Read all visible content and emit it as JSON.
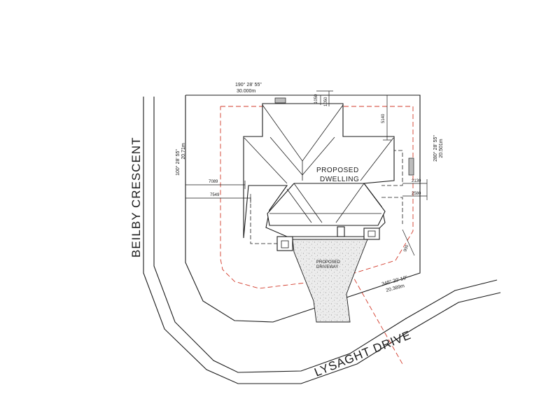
{
  "streets": {
    "left": "BEILBY CRESCENT",
    "bottom": "LYSAGHT DRIVE"
  },
  "labels": {
    "dwelling_line1": "PROPOSED",
    "dwelling_line2": "DWELLING",
    "driveway_line1": "PROPOSED",
    "driveway_line2": "DRIVEWAY"
  },
  "boundaries": {
    "north_bearing": "190° 28' 55\"",
    "north_length": "30.000m",
    "west_bearing": "100° 28' 55\"",
    "west_length": "20.71m",
    "east_bearing": "280° 28' 55\"",
    "east_length": "20.501m",
    "south_bearing": "348° 20' 10\"",
    "south_length": "20.389m"
  },
  "dimensions": {
    "west_eave": "7089",
    "west_wall": "7549",
    "north_1": "1050",
    "north_2": "1050",
    "north_right": "5140",
    "east_eave": "2130",
    "east_wall": "2580",
    "south_east": "900"
  },
  "colors": {
    "line": "#1a1a1a",
    "setback": "#d23a2a",
    "driveway": "#dcdcdc"
  }
}
